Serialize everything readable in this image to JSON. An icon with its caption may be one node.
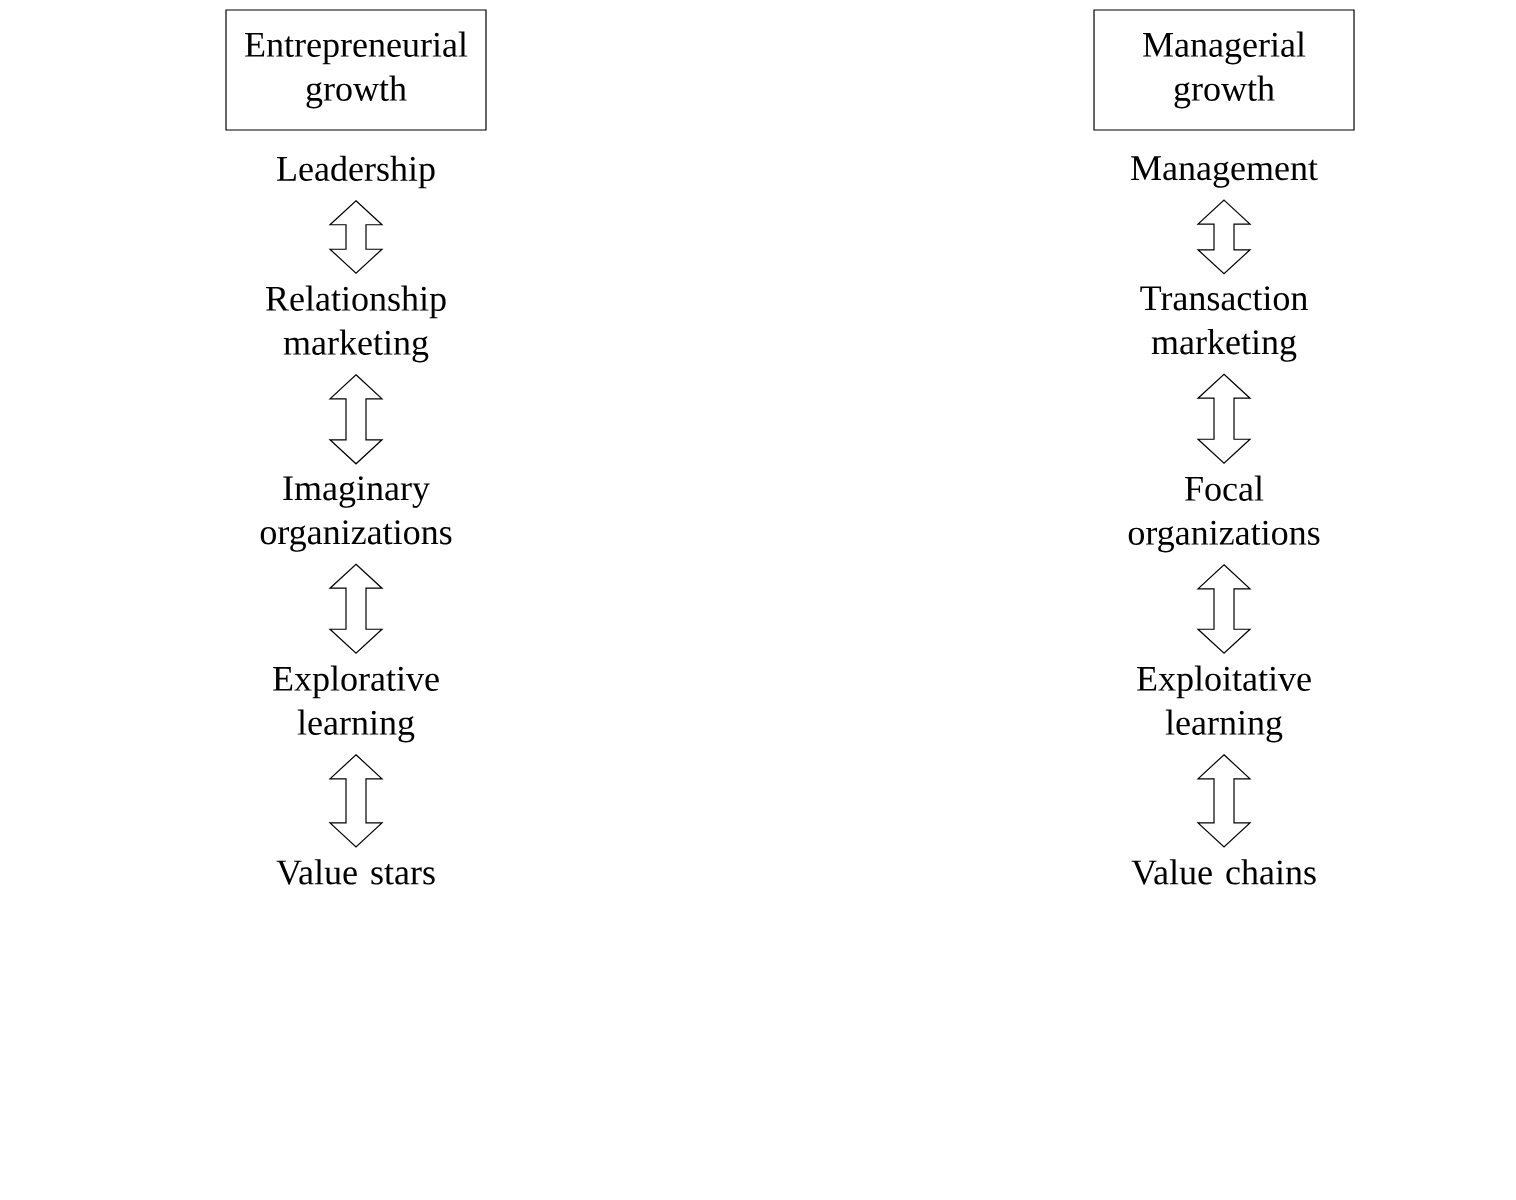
{
  "diagram": {
    "nodes": [
      {
        "text": [
          "Entrepreneurial growth"
        ]
      },
      {
        "text": [
          "Leadership"
        ]
      },
      {
        "text": [
          "Relationship marketing"
        ]
      },
      {
        "text": [
          "Imaginary organizations"
        ]
      },
      {
        "text": [
          "Explorative learning"
        ]
      },
      {
        "text": [
          "Value stars"
        ]
      },
      {
        "text": [
          "Managerial growth"
        ]
      },
      {
        "text": [
          "Management"
        ]
      },
      {
        "text": [
          "Transaction marketing"
        ]
      },
      {
        "text": [
          "Focal organizations"
        ]
      },
      {
        "text": [
          "Exploitative learning"
        ]
      },
      {
        "text": [
          "Value chains"
        ]
      }
    ],
    "edges": [
      {
        "from": 1,
        "to": 2,
        "arrow": "both"
      },
      {
        "from": 2,
        "to": 3,
        "arrow": "both"
      },
      {
        "from": 3,
        "to": 4,
        "arrow": "both"
      },
      {
        "from": 4,
        "to": 5,
        "arrow": "both"
      },
      {
        "from": 7,
        "to": 8,
        "arrow": "both"
      },
      {
        "from": 8,
        "to": 9,
        "arrow": "both"
      },
      {
        "from": 9,
        "to": 10,
        "arrow": "both"
      },
      {
        "from": 10,
        "to": 11,
        "arrow": "both"
      }
    ]
  }
}
